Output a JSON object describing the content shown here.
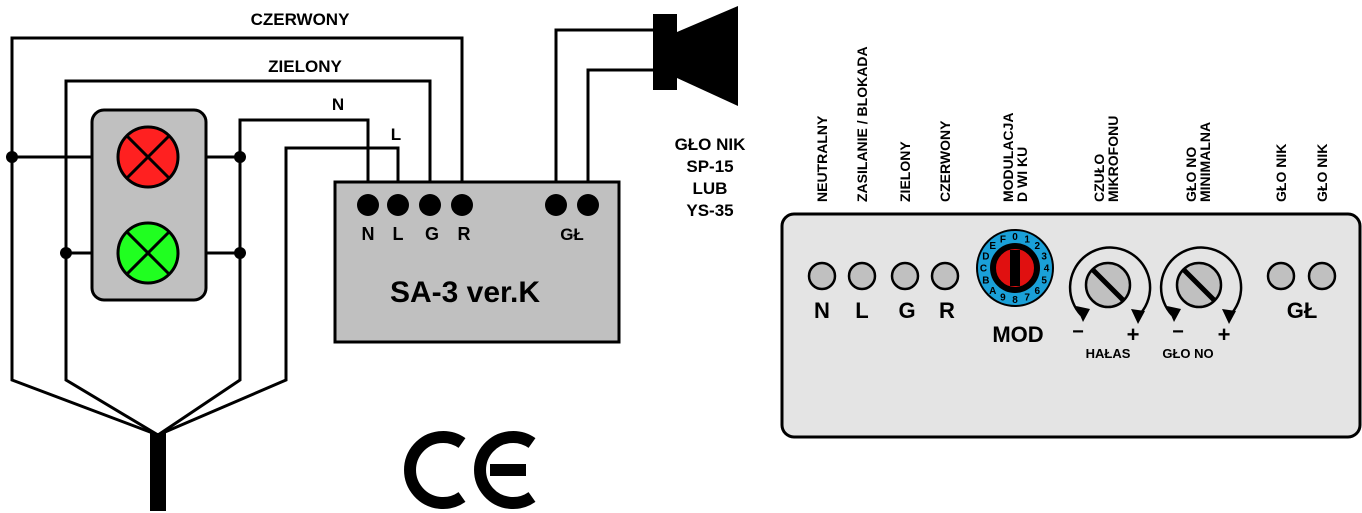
{
  "wires": {
    "red": "CZERWONY",
    "green": "ZIELONY",
    "neutral": "N",
    "live": "L"
  },
  "controller": {
    "name": "SA-3 ver.K",
    "terminals": [
      "N",
      "L",
      "G",
      "R"
    ],
    "speaker_terminal": "GŁ"
  },
  "speaker": {
    "lines": [
      "GŁO NIK",
      "SP-15",
      "LUB",
      "YS-35"
    ]
  },
  "ce_mark": "CE",
  "panel": {
    "headers": [
      "NEUTRALNY",
      "ZASILANIE / BLOKADA",
      "ZIELONY",
      "CZERWONY",
      "MODULACJA|D WI KU",
      "CZUŁO|MIKROFONU",
      "GŁO NO|MINIMALNA",
      "GŁO NIK",
      "GŁO NIK"
    ],
    "terminal_labels": [
      "N",
      "L",
      "G",
      "R"
    ],
    "dial_label": "MOD",
    "dial_digits": [
      "0",
      "1",
      "2",
      "3",
      "4",
      "5",
      "6",
      "7",
      "8",
      "9",
      "A",
      "B",
      "C",
      "D",
      "E",
      "F"
    ],
    "pot_sensitivity": {
      "minus": "−",
      "plus": "+",
      "label": "HAŁAS"
    },
    "pot_volume": {
      "minus": "−",
      "plus": "+",
      "label": "GŁO NO"
    },
    "speaker_label": "GŁ"
  },
  "colors": {
    "red_lamp": "#ff2020",
    "green_lamp": "#20ff20",
    "box_fill": "#c0c0c0",
    "panel_fill": "#e4e4e4",
    "dial_ring": "#1aa0d8",
    "dial_red": "#e01010"
  }
}
